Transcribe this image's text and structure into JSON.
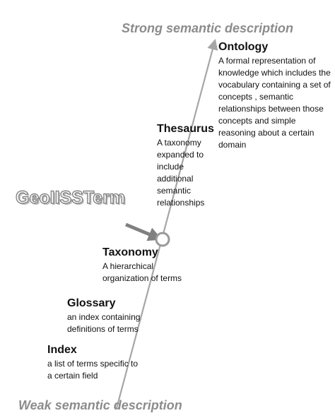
{
  "axis": {
    "top_label": "Strong semantic description",
    "bottom_label": "Weak semantic description"
  },
  "levels": [
    {
      "title": "Index",
      "description": "a list of terms specific to a certain field"
    },
    {
      "title": "Glossary",
      "description": "an index containing definitions of terms"
    },
    {
      "title": "Taxonomy",
      "description": "A hierarchical organization of terms"
    },
    {
      "title": "Thesaurus",
      "description": "A taxonomy expanded to include additional semantic relationships"
    },
    {
      "title": "Ontology",
      "description": "A formal representation of knowledge which includes the vocabulary containing a set of concepts , semantic relationships between those concepts and simple reasoning about a certain domain"
    }
  ],
  "marker": {
    "logo_text": "GeoIISSTerm"
  },
  "colors": {
    "axis_line": "#a6a6a6",
    "pointer_arrow": "#808080",
    "marker_ring": "#999999",
    "axis_label": "#8c8c8c",
    "text": "#111111"
  }
}
